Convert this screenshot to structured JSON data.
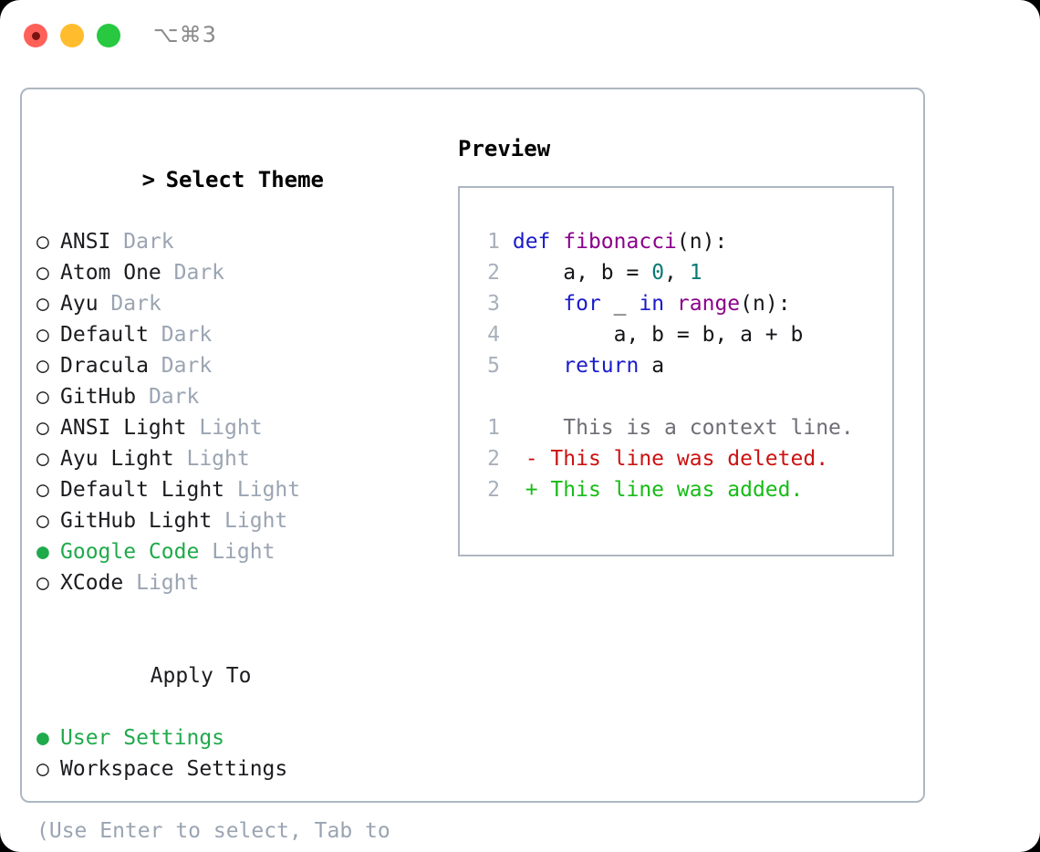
{
  "window": {
    "traffic_lights": [
      "close-light",
      "minimize-light",
      "maximize-light"
    ],
    "shortcut": "⌥⌘3"
  },
  "theme_picker": {
    "heading_marker": ">",
    "heading": "Select Theme",
    "unselected_marker": "○",
    "selected_marker": "●",
    "themes": [
      {
        "marker": "○",
        "name": "ANSI",
        "tag": "Dark",
        "selected": false
      },
      {
        "marker": "○",
        "name": "Atom One",
        "tag": "Dark",
        "selected": false
      },
      {
        "marker": "○",
        "name": "Ayu",
        "tag": "Dark",
        "selected": false
      },
      {
        "marker": "○",
        "name": "Default",
        "tag": "Dark",
        "selected": false
      },
      {
        "marker": "○",
        "name": "Dracula",
        "tag": "Dark",
        "selected": false
      },
      {
        "marker": "○",
        "name": "GitHub",
        "tag": "Dark",
        "selected": false
      },
      {
        "marker": "○",
        "name": "ANSI Light",
        "tag": "Light",
        "selected": false
      },
      {
        "marker": "○",
        "name": "Ayu Light",
        "tag": "Light",
        "selected": false
      },
      {
        "marker": "○",
        "name": "Default Light",
        "tag": "Light",
        "selected": false
      },
      {
        "marker": "○",
        "name": "GitHub Light",
        "tag": "Light",
        "selected": false
      },
      {
        "marker": "●",
        "name": "Google Code",
        "tag": "Light",
        "selected": true
      },
      {
        "marker": "○",
        "name": "XCode",
        "tag": "Light",
        "selected": false
      }
    ]
  },
  "apply_to": {
    "title": "Apply To",
    "options": [
      {
        "marker": "●",
        "label": "User Settings",
        "selected": true
      },
      {
        "marker": "○",
        "label": "Workspace Settings",
        "selected": false
      }
    ]
  },
  "hint": "(Use Enter to select, Tab to change focus)",
  "preview": {
    "title": "Preview",
    "code_lines": [
      {
        "n": "1",
        "tokens": [
          {
            "t": "def",
            "c": "kw"
          },
          {
            "t": " ",
            "c": "plain"
          },
          {
            "t": "fibonacci",
            "c": "fn"
          },
          {
            "t": "(n):",
            "c": "plain"
          }
        ]
      },
      {
        "n": "2",
        "tokens": [
          {
            "t": "    a, b = ",
            "c": "plain"
          },
          {
            "t": "0",
            "c": "num"
          },
          {
            "t": ", ",
            "c": "plain"
          },
          {
            "t": "1",
            "c": "num"
          }
        ]
      },
      {
        "n": "3",
        "tokens": [
          {
            "t": "    ",
            "c": "plain"
          },
          {
            "t": "for",
            "c": "kw"
          },
          {
            "t": " _ ",
            "c": "plain"
          },
          {
            "t": "in",
            "c": "kw"
          },
          {
            "t": " ",
            "c": "plain"
          },
          {
            "t": "range",
            "c": "fn"
          },
          {
            "t": "(n):",
            "c": "plain"
          }
        ]
      },
      {
        "n": "4",
        "tokens": [
          {
            "t": "        a, b = b, a + b",
            "c": "plain"
          }
        ]
      },
      {
        "n": "5",
        "tokens": [
          {
            "t": "    ",
            "c": "plain"
          },
          {
            "t": "return",
            "c": "kw"
          },
          {
            "t": " a",
            "c": "plain"
          }
        ]
      }
    ],
    "diff_lines": [
      {
        "n": "1",
        "sign": " ",
        "text": "  This is a context line.",
        "kind": "ctx"
      },
      {
        "n": "2",
        "sign": "-",
        "text": " This line was deleted.",
        "kind": "del"
      },
      {
        "n": "2",
        "sign": "+",
        "text": " This line was added.",
        "kind": "add"
      }
    ]
  },
  "colors": {
    "selected_green": "#1faa4b",
    "muted_tag": "#9aa4b2",
    "border": "#aeb7c2",
    "keyword": "#1a1acc",
    "function": "#8b008b",
    "number": "#087a74",
    "diff_add": "#17bb17",
    "diff_del": "#cc1111",
    "diff_ctx": "#6e6e76"
  }
}
